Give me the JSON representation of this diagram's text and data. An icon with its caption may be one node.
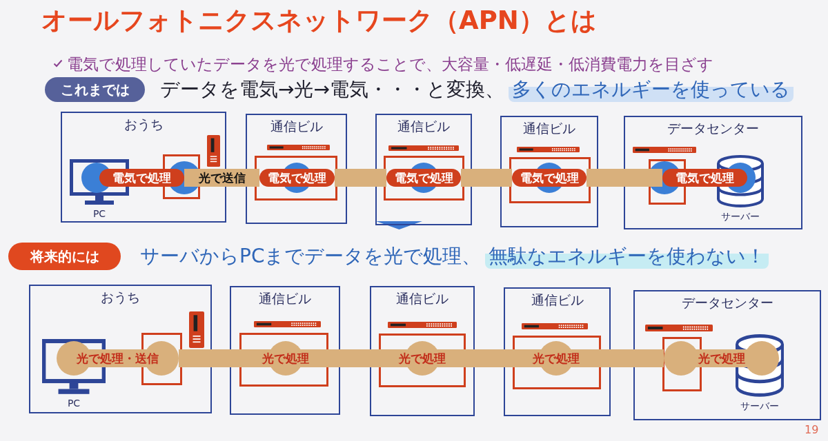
{
  "diagram": {
    "title": "オールフォトニクスネットワーク（APN）とは",
    "nodes": [
      {
        "text": [
          "これまでは"
        ]
      },
      {
        "text": [
          "おうち"
        ]
      },
      {
        "text": [
          "PC"
        ],
        "in": 1
      },
      {
        "text": [
          "電気で処理"
        ],
        "in": 1
      },
      {
        "text": [
          "通信ビル"
        ]
      },
      {
        "text": [
          "電気で処理"
        ],
        "in": 4
      },
      {
        "text": [
          "通信ビル"
        ]
      },
      {
        "text": [
          "電気で処理"
        ],
        "in": 6
      },
      {
        "text": [
          "通信ビル"
        ]
      },
      {
        "text": [
          "電気で処理"
        ],
        "in": 8
      },
      {
        "text": [
          "データセンター"
        ]
      },
      {
        "text": [
          "電気で処理"
        ],
        "in": 10
      },
      {
        "text": [
          "サーバー"
        ],
        "in": 10
      },
      {
        "text": [
          "将来的には"
        ]
      },
      {
        "text": [
          "おうち"
        ]
      },
      {
        "text": [
          "PC"
        ],
        "in": 14
      },
      {
        "text": [
          "光で処理・送信"
        ],
        "in": 14
      },
      {
        "text": [
          "通信ビル"
        ]
      },
      {
        "text": [
          "光で処理"
        ],
        "in": 17
      },
      {
        "text": [
          "通信ビル"
        ]
      },
      {
        "text": [
          "光で処理"
        ],
        "in": 19
      },
      {
        "text": [
          "通信ビル"
        ]
      },
      {
        "text": [
          "光で処理"
        ],
        "in": 21
      },
      {
        "text": [
          "データセンター"
        ]
      },
      {
        "text": [
          "光で処理"
        ],
        "in": 23
      },
      {
        "text": [
          "サーバー"
        ],
        "in": 23
      }
    ],
    "edges": [
      {
        "from": 3,
        "to": 5,
        "arrow": "none",
        "label": "光で送信"
      },
      {
        "from": 5,
        "to": 7,
        "arrow": "none"
      },
      {
        "from": 7,
        "to": 9,
        "arrow": "none"
      },
      {
        "from": 9,
        "to": 11,
        "arrow": "none"
      },
      {
        "from": 16,
        "to": 18,
        "arrow": "none"
      },
      {
        "from": 18,
        "to": 20,
        "arrow": "none"
      },
      {
        "from": 20,
        "to": 22,
        "arrow": "none"
      },
      {
        "from": 22,
        "to": 24,
        "arrow": "none"
      }
    ],
    "labels": [
      "電気で処理していたデータを光で処理することで、大容量・低遅延・低消費電力を目ざす",
      "データを電気→光→電気・・・と変換、",
      "多くのエネルギーを使っている",
      "サーバからPCまでデータを光で処理、",
      "無駄なエネルギーを使わない！",
      "19"
    ]
  }
}
